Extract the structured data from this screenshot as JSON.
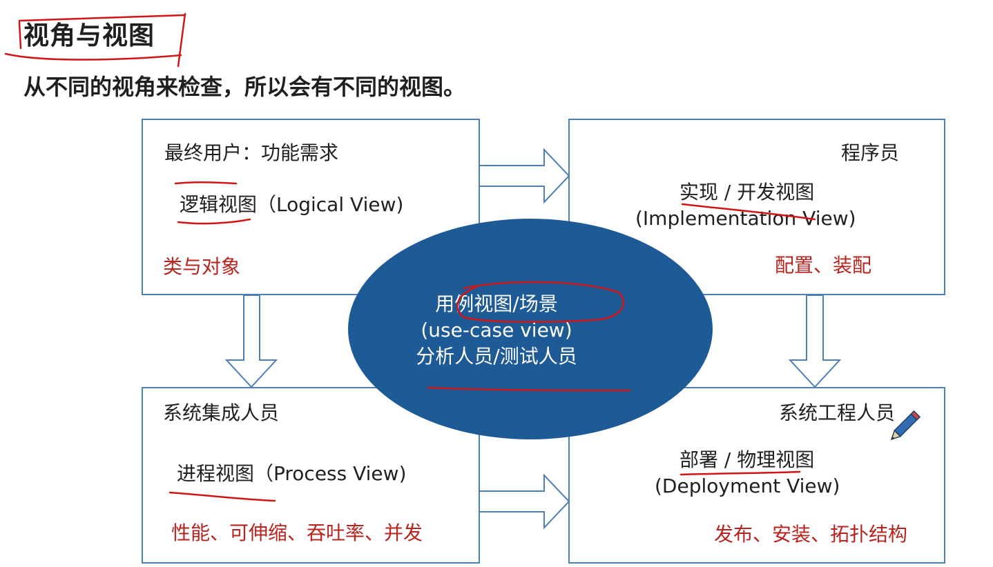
{
  "title": "视角与视图",
  "subtitle": "从不同的视角来检查，所以会有不同的视图。",
  "boxes": {
    "logical": {
      "role": "最终用户：功能需求",
      "view": "逻辑视图（Logical View)",
      "concerns": "类与对象"
    },
    "implementation": {
      "role": "程序员",
      "view": "实现 / 开发视图",
      "view_en": "(Implementation View)",
      "concerns": "配置、装配"
    },
    "process": {
      "role": "系统集成人员",
      "view": "进程视图（Process View)",
      "concerns": "性能、可伸缩、吞吐率、并发"
    },
    "deployment": {
      "role": "系统工程人员",
      "view": "部署 / 物理视图",
      "view_en": "(Deployment View)",
      "concerns": "发布、安装、拓扑结构"
    }
  },
  "center": {
    "view": "用例视图/场景",
    "view_en": "(use-case view)",
    "role": "分析人员/测试人员"
  },
  "colors": {
    "box_border": "#4a7fba",
    "ellipse_fill": "#1e5a96",
    "accent_red": "#b8231e",
    "annotation_red": "#d21414"
  },
  "icons": [
    "pencil-icon"
  ]
}
